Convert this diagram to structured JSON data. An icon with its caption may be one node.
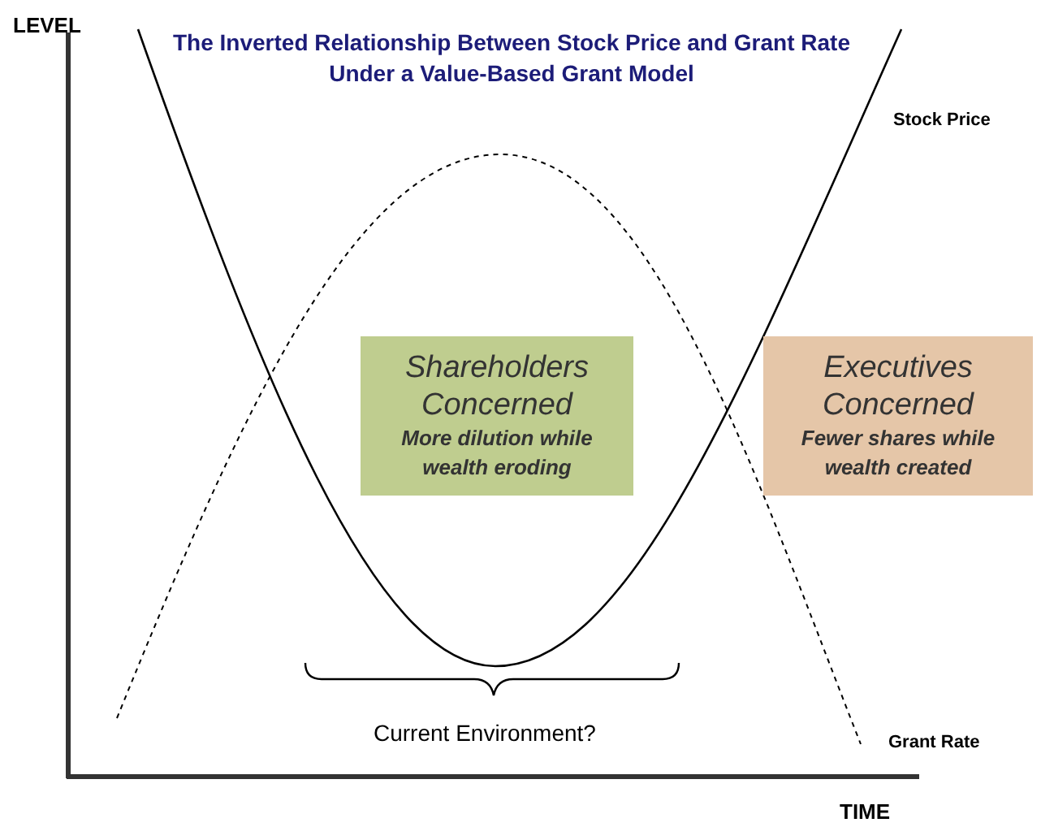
{
  "diagram": {
    "title": "The Inverted Relationship Between Stock Price and Grant Rate Under a Value-Based Grant Model",
    "nodes": [
      {
        "text": [
          "Shareholders Concerned",
          "More dilution while wealth eroding"
        ]
      },
      {
        "text": [
          "Executives Concerned",
          "Fewer shares while wealth created"
        ]
      }
    ],
    "labels": [
      "LEVEL",
      "Stock Price",
      "Current Environment?",
      "Grant Rate",
      "TIME"
    ]
  }
}
